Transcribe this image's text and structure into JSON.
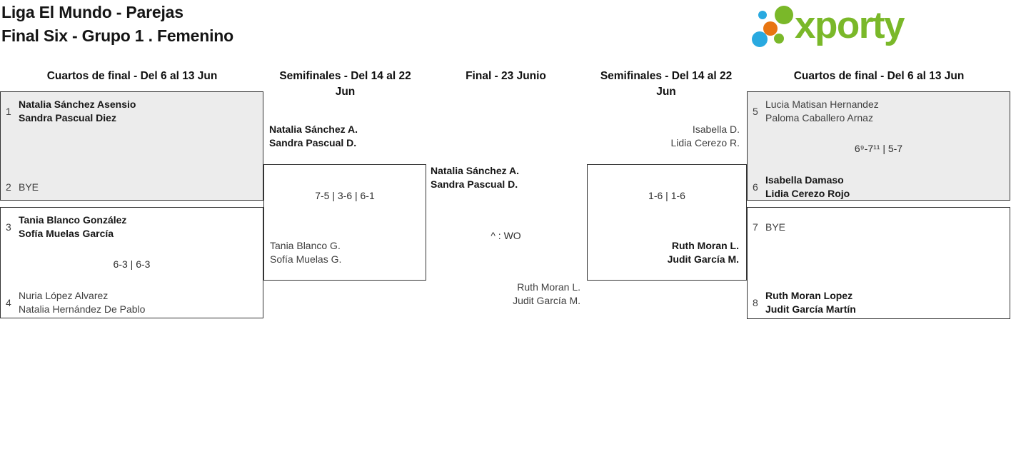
{
  "title": {
    "lines": [
      "Liga El Mundo - Parejas",
      "Final Six - Grupo 1 . Femenino"
    ]
  },
  "logo": {
    "text": "xporty",
    "colors": {
      "green": "#7ab829",
      "blue": "#29a9e0",
      "orange": "#e87511"
    }
  },
  "round_headers": {
    "qf_left": "Cuartos de final - Del 6 al 13 Jun",
    "sf_left_lines": [
      "Semifinales - Del 14 al 22",
      "Jun"
    ],
    "final": "Final - 23 Junio",
    "sf_right_lines": [
      "Semifinales - Del 14 al 22",
      "Jun"
    ],
    "qf_right": "Cuartos de final - Del 6 al 13 Jun"
  },
  "bracket": {
    "qf1": {
      "team1": {
        "seed": "1",
        "names": [
          "Natalia Sánchez Asensio",
          "Sandra Pascual Diez"
        ]
      },
      "team2": {
        "seed": "2",
        "names": [
          "BYE"
        ]
      }
    },
    "qf2": {
      "team1": {
        "seed": "3",
        "names": [
          "Tania Blanco González",
          "Sofía Muelas García"
        ]
      },
      "score": "6-3 | 6-3",
      "team2": {
        "seed": "4",
        "names": [
          "Nuria López Alvarez",
          "Natalia Hernández De Pablo"
        ]
      }
    },
    "sf_left": {
      "winners": [
        "Natalia Sánchez A.",
        "Sandra Pascual D."
      ],
      "score": "7-5 | 3-6 | 6-1",
      "losers": [
        "Tania Blanco G.",
        "Sofía Muelas G."
      ]
    },
    "final": {
      "winners": [
        "Natalia Sánchez A.",
        "Sandra Pascual D."
      ],
      "score": "^ : WO",
      "losers": [
        "Ruth Moran L.",
        "Judit García M."
      ]
    },
    "sf_right": {
      "losers": [
        "Isabella D.",
        "Lidia Cerezo R."
      ],
      "score": "1-6 | 1-6",
      "winners": [
        "Ruth Moran L.",
        "Judit García M."
      ]
    },
    "qf3": {
      "team1": {
        "seed": "5",
        "names": [
          "Lucia Matisan Hernandez",
          "Paloma Caballero Arnaz"
        ]
      },
      "score": "6⁹-7¹¹ | 5-7",
      "team2": {
        "seed": "6",
        "names": [
          "Isabella Damaso",
          "Lidia Cerezo Rojo"
        ]
      }
    },
    "qf4": {
      "team1": {
        "seed": "7",
        "names": [
          "BYE"
        ]
      },
      "team2": {
        "seed": "8",
        "names": [
          "Ruth Moran Lopez",
          "Judit García Martín"
        ]
      }
    }
  }
}
